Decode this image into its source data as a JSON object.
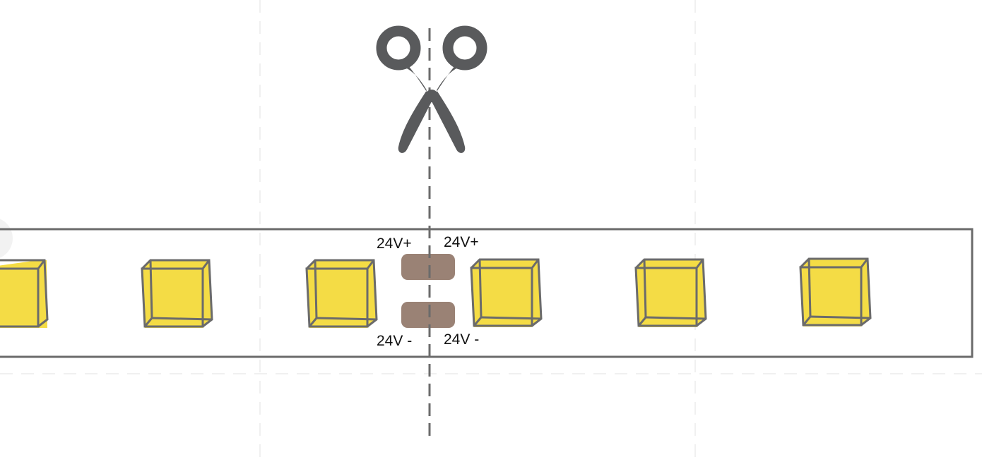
{
  "diagram": {
    "colors": {
      "background": "#ffffff",
      "strip_outline": "#6b6b6b",
      "led_fill": "#f4dc45",
      "led_outline": "#6b6b6b",
      "pad_fill": "#9a8275",
      "cut_line": "#6b6b6b",
      "scissors": "#595a5c",
      "guide_lines": "#f0f0f0"
    },
    "icons": {
      "cut_tool": "scissors-icon"
    },
    "pad_labels": {
      "left_positive": "24V+",
      "right_positive": "24V+",
      "left_negative": "24V -",
      "right_negative": "24V -"
    },
    "led_count_visible": 6
  }
}
